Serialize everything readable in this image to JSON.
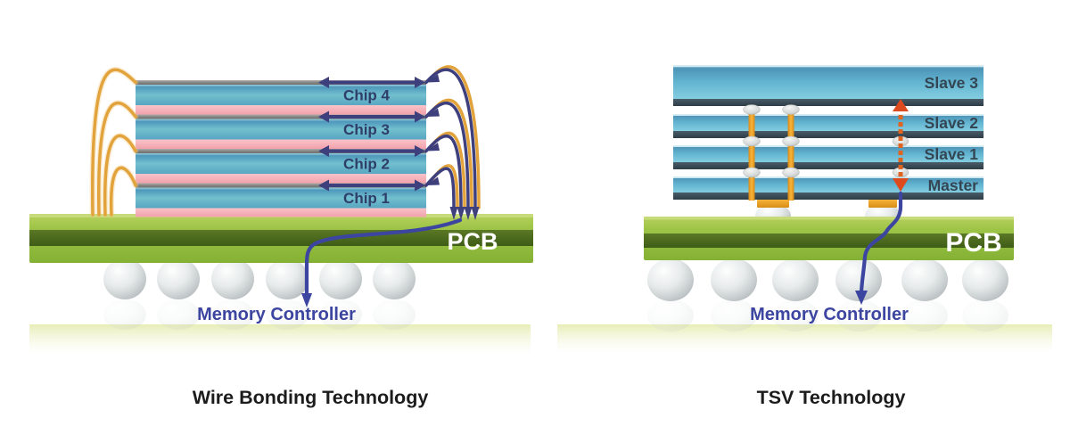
{
  "left_panel": {
    "title": "Wire Bonding Technology",
    "chip_labels": [
      "Chip 4",
      "Chip 3",
      "Chip 2",
      "Chip 1"
    ],
    "pcb_label": "PCB",
    "memory_controller_label": "Memory Controller"
  },
  "right_panel": {
    "title": "TSV Technology",
    "chip_labels": [
      "Slave 3",
      "Slave 2",
      "Slave 1",
      "Master"
    ],
    "pcb_label": "PCB",
    "memory_controller_label": "Memory Controller"
  },
  "colors": {
    "chip_blue": "#5fb0cc",
    "chip_pink": "#f5aab3",
    "chip_edge_grey": "#8a8a88",
    "chip_edge_dark": "#3c4f5b",
    "pcb_green": "#9cc345",
    "pcb_stripe": "#53701f",
    "wire_orange": "#e2a33c",
    "wire_navy": "#3e3f7d",
    "arrow_indigo": "#3c45a0",
    "tsv_red": "#dc4a1e",
    "tsv_dot": "#e0641f",
    "ball_grey": "#cdd2d3",
    "label_navy": "#2f3e69",
    "label_slate": "#344653",
    "title_black": "#1c1c1c"
  }
}
